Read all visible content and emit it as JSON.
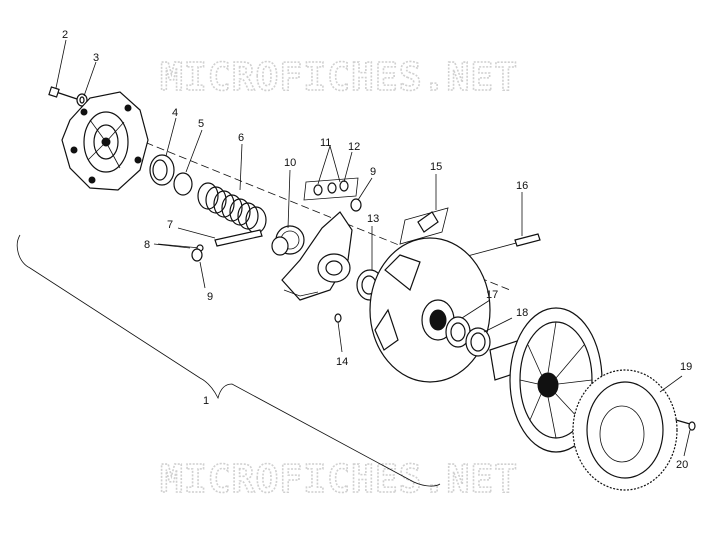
{
  "watermark": {
    "text_top": "MICROFICHES.NET",
    "text_bottom": "MICROFICHES.NET"
  },
  "callouts": [
    {
      "id": "c2",
      "label": "2"
    },
    {
      "id": "c3",
      "label": "3"
    },
    {
      "id": "c4",
      "label": "4"
    },
    {
      "id": "c5",
      "label": "5"
    },
    {
      "id": "c6",
      "label": "6"
    },
    {
      "id": "c7",
      "label": "7"
    },
    {
      "id": "c8",
      "label": "8"
    },
    {
      "id": "c9a",
      "label": "9"
    },
    {
      "id": "c9b",
      "label": "9"
    },
    {
      "id": "c10",
      "label": "10"
    },
    {
      "id": "c11",
      "label": "11"
    },
    {
      "id": "c12",
      "label": "12"
    },
    {
      "id": "c13",
      "label": "13"
    },
    {
      "id": "c14",
      "label": "14"
    },
    {
      "id": "c15",
      "label": "15"
    },
    {
      "id": "c16",
      "label": "16"
    },
    {
      "id": "c17",
      "label": "17"
    },
    {
      "id": "c18",
      "label": "18"
    },
    {
      "id": "c19",
      "label": "19"
    },
    {
      "id": "c20",
      "label": "20"
    },
    {
      "id": "c1",
      "label": "1"
    }
  ]
}
